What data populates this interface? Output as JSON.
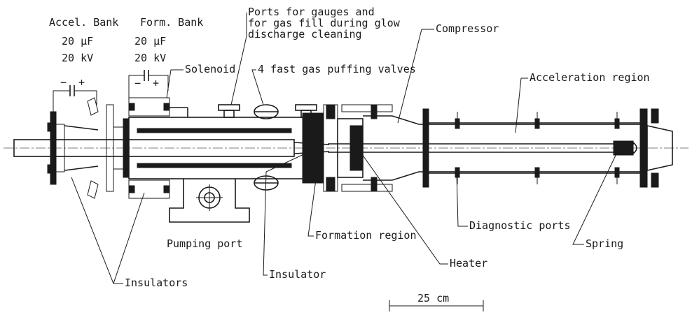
{
  "labels": {
    "accel_bank": "Accel. Bank",
    "form_bank": "Form. Bank",
    "accel_cap": "20 μF",
    "accel_volt": "20 kV",
    "form_cap": "20 μF",
    "form_volt": "20 kV",
    "ports_line1": "Ports for gauges and",
    "ports_line2": "for gas fill during glow",
    "ports_line3": "discharge cleaning",
    "compressor": "Compressor",
    "solenoid": "Solenoid",
    "gas_valves": "4 fast gas puffing valves",
    "acceleration_region": "Acceleration region",
    "pumping_port": "Pumping port",
    "formation_region": "Formation region",
    "diagnostic_ports": "Diagnostic ports",
    "spring": "Spring",
    "heater": "Heater",
    "insulator": "Insulator",
    "insulators": "Insulators",
    "scale": "25 cm"
  },
  "polarity": {
    "minus": "−",
    "plus": "+"
  }
}
